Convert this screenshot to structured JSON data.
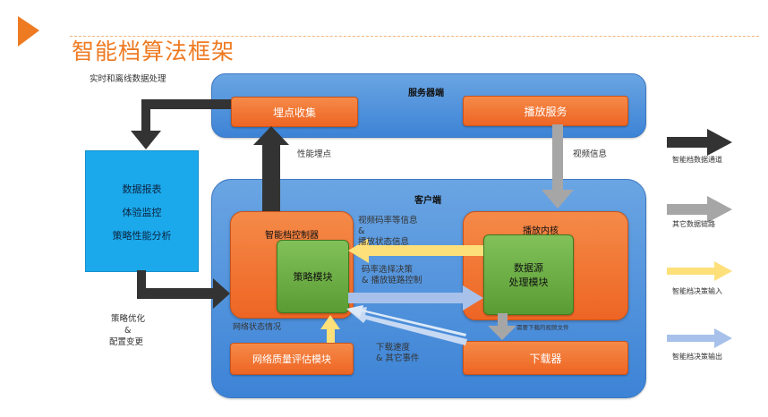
{
  "title": "智能档算法框架",
  "labels": {
    "offline": "实时和离线数据处理",
    "perf_point": "性能埋点",
    "video_info": "视频信息",
    "strategy_opt_1": "策略优化",
    "strategy_opt_2": "&",
    "strategy_opt_3": "配置变更",
    "network_status": "网络状态情况",
    "bitrate_info_1": "视频码率等信息",
    "bitrate_info_2": "&",
    "bitrate_info_3": "播放状态信息",
    "decision_1": "码率选择决策",
    "decision_2": "& 播放链路控制",
    "download_speed_1": "下载速度",
    "download_speed_2": "& 其它事件",
    "needed_files": "需要下载的视频文件"
  },
  "server": {
    "title": "服务器端",
    "collect": "埋点收集",
    "playback": "播放服务"
  },
  "client": {
    "title": "客户端",
    "controller": "智能档控制器",
    "strategy": "策略模块",
    "kernel": "播放内核",
    "datasource_1": "数据源",
    "datasource_2": "处理模块",
    "network_eval": "网络质量评估模块",
    "downloader": "下载器"
  },
  "data_box": {
    "item1": "数据报表",
    "item2": "体验监控",
    "item3": "策略性能分析"
  },
  "legend": [
    "智能档数据通道",
    "其它数据链路",
    "智能档决策输入",
    "智能档决策输出"
  ],
  "colors": {
    "accent": "#ee7a22",
    "data_channel": "#333333",
    "other_link": "#a6a6a6",
    "decision_input": "#fde07a",
    "decision_output": "#a7c1ea"
  }
}
